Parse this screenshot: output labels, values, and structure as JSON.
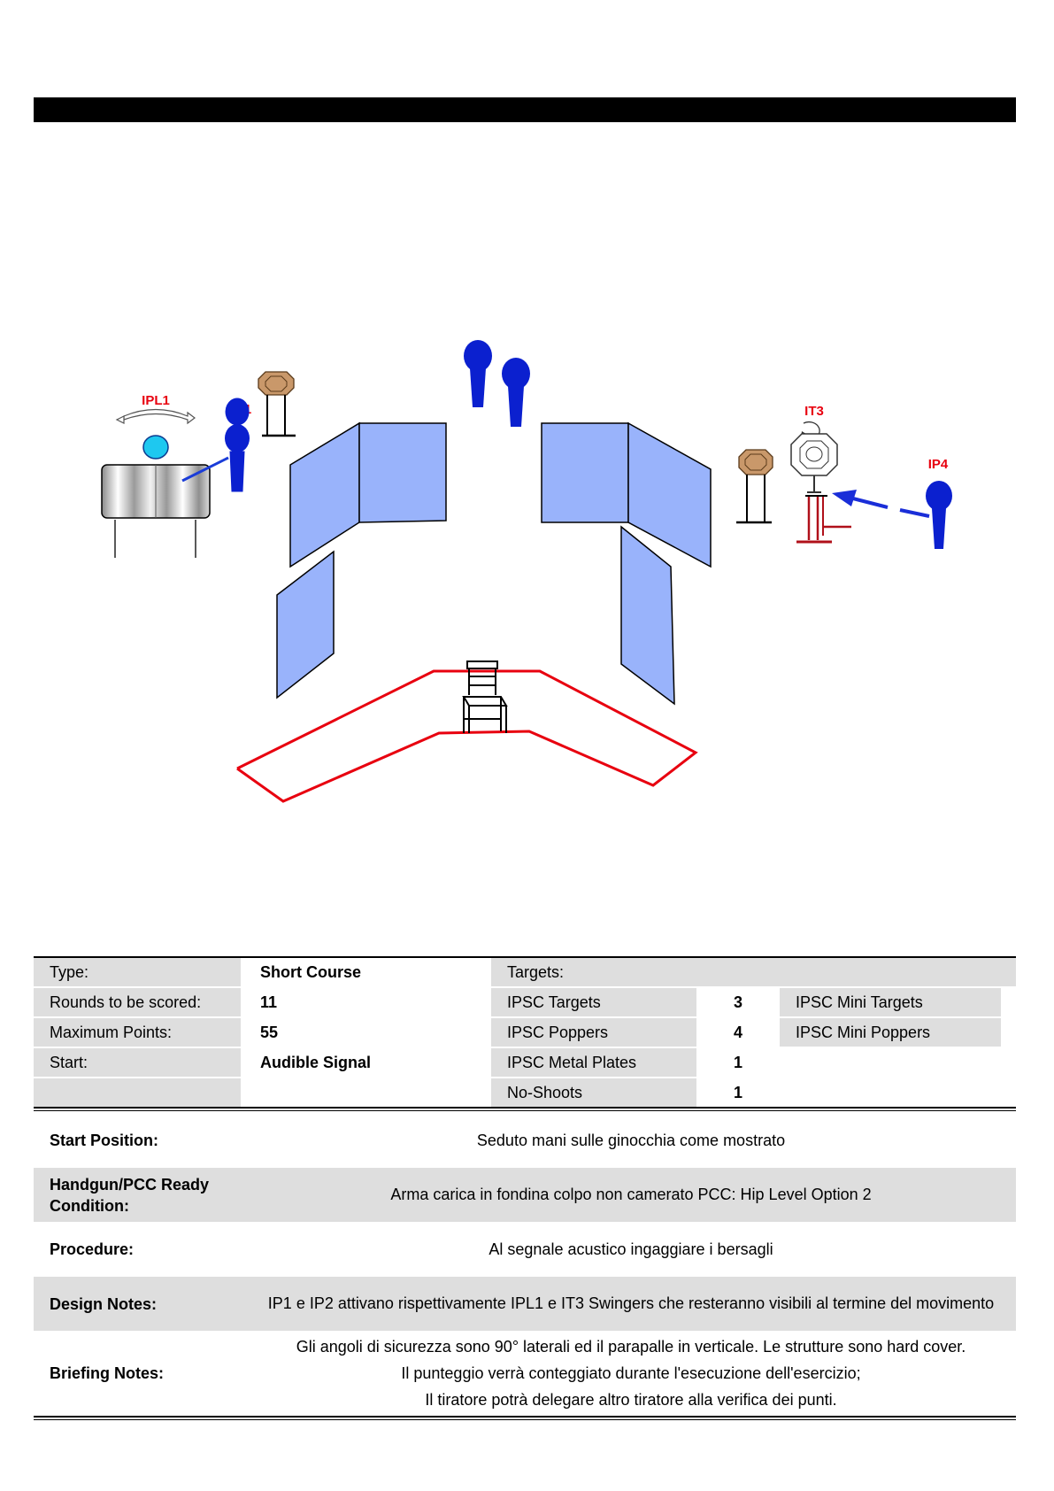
{
  "diagram": {
    "labels": {
      "ipl1": "IPL1",
      "ip1": "IP1",
      "it3": "IT3",
      "ip4": "IP4"
    },
    "colors": {
      "panel": "#99b3fb",
      "popper": "#0b20cf",
      "fault_line": "#e8000f",
      "label": "#e8000f",
      "target": "#c9986a"
    }
  },
  "summary": {
    "type_label": "Type:",
    "type_value": "Short Course",
    "rounds_label": "Rounds to be scored:",
    "rounds_value": "11",
    "points_label": "Maximum Points:",
    "points_value": "55",
    "start_label": "Start:",
    "start_value": "Audible Signal",
    "targets_label": "Targets:",
    "ipsc_targets_label": "IPSC Targets",
    "ipsc_targets_value": "3",
    "ipsc_poppers_label": "IPSC Poppers",
    "ipsc_poppers_value": "4",
    "metal_plates_label": "IPSC Metal Plates",
    "metal_plates_value": "1",
    "no_shoots_label": "No-Shoots",
    "no_shoots_value": "1",
    "mini_targets_label": "IPSC Mini Targets",
    "mini_poppers_label": "IPSC Mini Poppers"
  },
  "details": {
    "start_position_label": "Start Position:",
    "start_position_value": "Seduto mani sulle ginocchia come mostrato",
    "ready_label": "Handgun/PCC Ready Condition:",
    "ready_value": "Arma carica in fondina colpo non camerato PCC: Hip Level Option 2",
    "procedure_label": "Procedure:",
    "procedure_value": "Al segnale acustico ingaggiare i bersagli",
    "design_label": "Design Notes:",
    "design_value": "IP1 e IP2 attivano rispettivamente IPL1 e IT3 Swingers che resteranno visibili al termine del movimento",
    "briefing_label": "Briefing Notes:",
    "briefing_line1": "Gli angoli di sicurezza sono 90° laterali ed il parapalle in verticale. Le strutture sono hard cover.",
    "briefing_line2": "Il punteggio verrà conteggiato durante l'esecuzione dell'esercizio;",
    "briefing_line3": "Il tiratore potrà delegare altro tiratore alla verifica dei punti."
  }
}
